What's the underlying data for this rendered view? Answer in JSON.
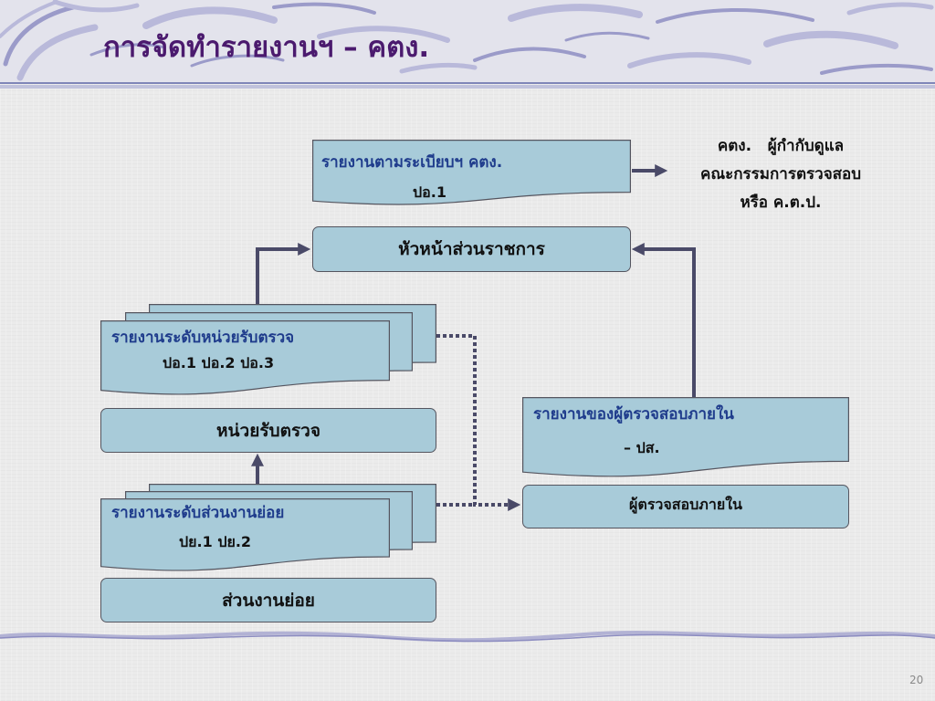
{
  "slide": {
    "title": "การจัดทำรายงานฯ – คตง.",
    "page_number": "20"
  },
  "diagram": {
    "regulation_report": {
      "title": "รายงานตามระเบียบฯ คตง.",
      "codes": "ปอ.1"
    },
    "oversight": {
      "line1": "คตง.   ผู้กำกับดูแล",
      "line2": "คณะกรรมการตรวจสอบ",
      "line3": "หรือ ค.ต.ป."
    },
    "head_of_agency": {
      "label": "หัวหน้าส่วนราชการ"
    },
    "agency_report": {
      "title": "รายงานระดับหน่วยรับตรวจ",
      "codes": "ปอ.1 ปอ.2 ปอ.3"
    },
    "agency": {
      "label": "หน่วยรับตรวจ"
    },
    "subunit_report": {
      "title": "รายงานระดับส่วนงานย่อย",
      "codes": "ปย.1 ปย.2"
    },
    "subunit": {
      "label": "ส่วนงานย่อย"
    },
    "internal_audit_report": {
      "title": "รายงานของผู้ตรวจสอบภายใน",
      "codes": "– ปส."
    },
    "internal_auditor": {
      "label": "ผู้ตรวจสอบภายใน"
    }
  },
  "colors": {
    "title": "#4b1a6e",
    "report_title": "#1f3c8c",
    "box_fill": "#a8cbd9",
    "box_border": "#55555f",
    "connector": "#4a4a68",
    "decoration": "#b9b9da"
  }
}
